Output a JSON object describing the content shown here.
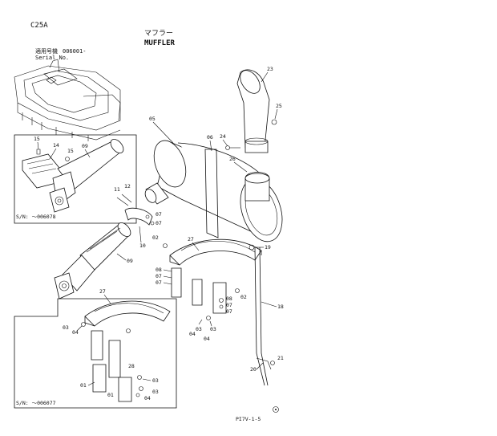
{
  "header": {
    "code": "C25A",
    "title_jp": "マフラー",
    "title_en": "MUFFLER",
    "serial_label_jp": "適用号機",
    "serial_value": "006001-",
    "serial_label_en": "Serial No."
  },
  "insets": {
    "top_serial": "S/N: ～006078",
    "bottom_serial": "S/N: ～006077"
  },
  "footer": {
    "page_code": "PI7V-1-5"
  },
  "callouts": {
    "c23": "23",
    "c25": "25",
    "c05": "05",
    "c06": "06",
    "c24": "24",
    "c26": "26",
    "c15a": "15",
    "c14": "14",
    "c15b": "15",
    "c09a": "09",
    "c11": "11",
    "c12": "12",
    "c07a": "07",
    "c07b": "07",
    "c10": "10",
    "c02a": "02",
    "c27a": "27",
    "c19": "19",
    "c09b": "09",
    "c08a": "08",
    "c07c": "07",
    "c07d": "07",
    "c08b": "08",
    "c07e": "07",
    "c07f": "07",
    "c02b": "02",
    "c18": "18",
    "c27b": "27",
    "c03a": "03",
    "c04a": "04",
    "c03b": "03",
    "c04b": "04",
    "c04c": "04",
    "c03c": "03",
    "c21": "21",
    "c20": "20",
    "c01a": "01",
    "c28": "28",
    "c03d": "03",
    "c01b": "01",
    "c03e": "03",
    "c04d": "04"
  }
}
